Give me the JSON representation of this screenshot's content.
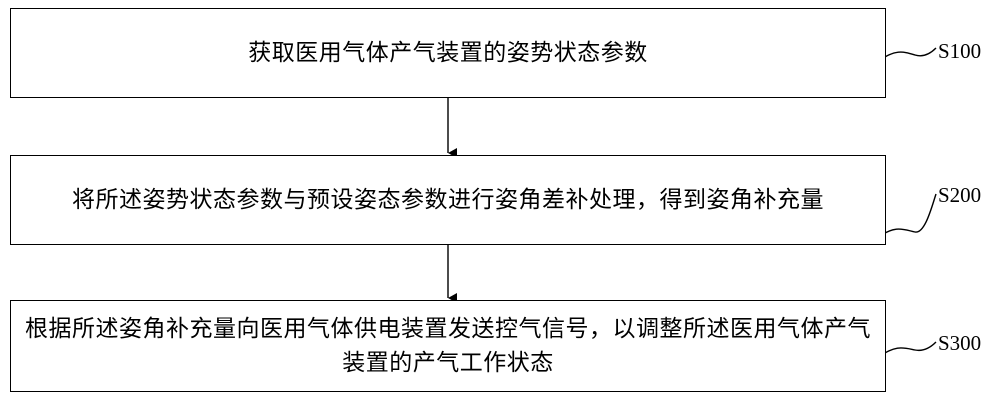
{
  "flowchart": {
    "steps": [
      {
        "text": "获取医用气体产气装置的姿势状态参数",
        "label": "S100"
      },
      {
        "text": "将所述姿势状态参数与预设姿态参数进行姿角差补处理，得到姿角补充量",
        "label": "S200"
      },
      {
        "text": "根据所述姿角补充量向医用气体供电装置发送控气信号，以调整所述医用气体产气装置的产气工作状态",
        "label": "S300"
      }
    ]
  }
}
